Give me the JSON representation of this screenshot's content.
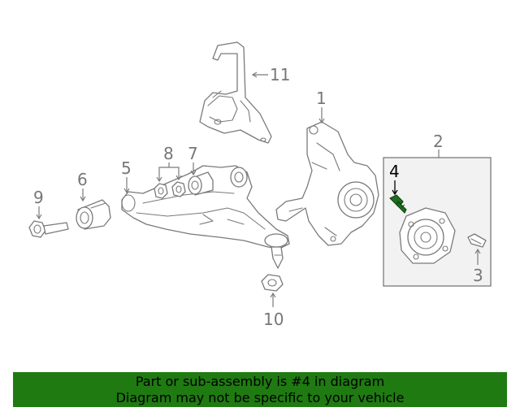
{
  "callouts": {
    "n1": "1",
    "n2": "2",
    "n3": "3",
    "n4": "4",
    "n5": "5",
    "n6": "6",
    "n7": "7",
    "n8": "8",
    "n9": "9",
    "n10": "10",
    "n11": "11"
  },
  "highlighted_part": "4",
  "banner": {
    "line1": "Part or sub-assembly is #4 in diagram",
    "line2": "Diagram may not be specific to your vehicle",
    "color": "#1f7a12"
  },
  "colors": {
    "line_art": "#7a7a7a",
    "highlight": "#1d6e1d",
    "hub_box_fill": "#f2f2f2"
  }
}
